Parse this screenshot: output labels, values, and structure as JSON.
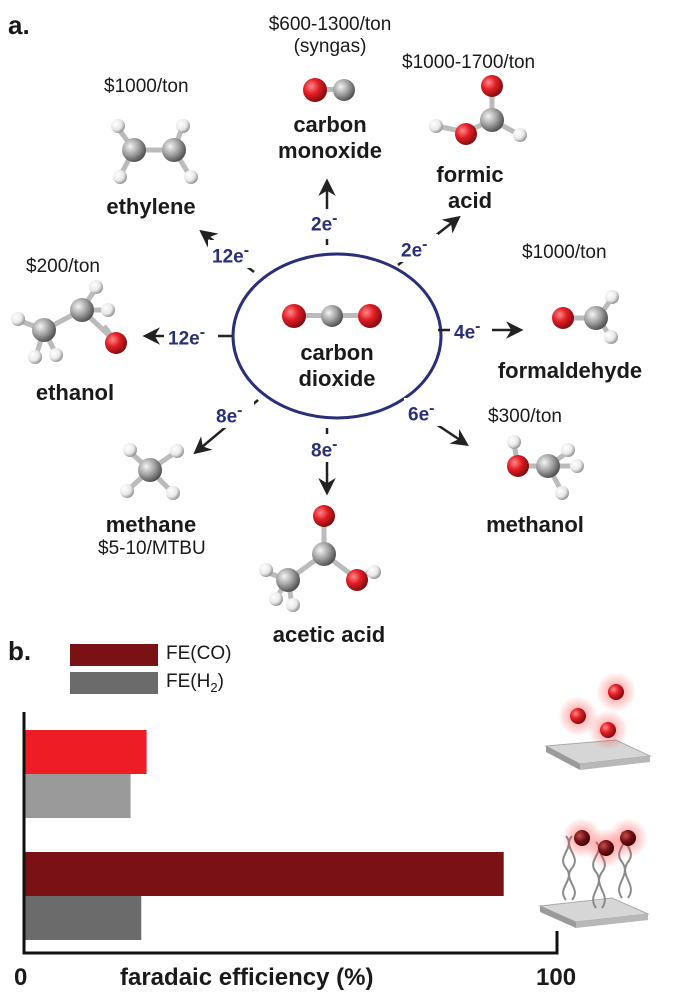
{
  "panel_a": {
    "label": "a.",
    "center": {
      "line1": "carbon",
      "line2": "dioxide"
    },
    "products": [
      {
        "key": "co",
        "name_line1": "carbon",
        "name_line2": "monoxide",
        "price_line1": "$600-1300/ton",
        "price_line2": "(syngas)",
        "electrons": "2e",
        "superscript": "-"
      },
      {
        "key": "formic",
        "name_line1": "formic",
        "name_line2": "acid",
        "price_line1": "$1000-1700/ton",
        "price_line2": "",
        "electrons": "2e",
        "superscript": "-"
      },
      {
        "key": "formaldehyde",
        "name_line1": "formaldehyde",
        "name_line2": "",
        "price_line1": "$1000/ton",
        "price_line2": "",
        "electrons": "4e",
        "superscript": "-"
      },
      {
        "key": "methanol",
        "name_line1": "methanol",
        "name_line2": "",
        "price_line1": "$300/ton",
        "price_line2": "",
        "electrons": "6e",
        "superscript": "-"
      },
      {
        "key": "acetic",
        "name_line1": "acetic acid",
        "name_line2": "",
        "price_line1": "",
        "price_line2": "",
        "electrons": "8e",
        "superscript": "-"
      },
      {
        "key": "methane",
        "name_line1": "methane",
        "name_line2": "",
        "price_line1": "$5-10/MTBU",
        "price_line2": "",
        "electrons": "8e",
        "superscript": "-"
      },
      {
        "key": "ethanol",
        "name_line1": "ethanol",
        "name_line2": "",
        "price_line1": "$200/ton",
        "price_line2": "",
        "electrons": "12e",
        "superscript": "-"
      },
      {
        "key": "ethylene",
        "name_line1": "ethylene",
        "name_line2": "",
        "price_line1": "$1000/ton",
        "price_line2": "",
        "electrons": "12e",
        "superscript": "-"
      }
    ]
  },
  "panel_b": {
    "label": "b.",
    "legend": [
      {
        "label": "FE(CO)",
        "color": "#7a1215"
      },
      {
        "label_main": "FE(H",
        "label_sub": "2",
        "label_end": ")",
        "color": "#6b6b6b"
      }
    ]
  },
  "chart_data": {
    "type": "bar",
    "orientation": "horizontal",
    "categories": [
      "bare surface",
      "DNA-modified surface"
    ],
    "series": [
      {
        "name": "FE(CO)",
        "values": [
          23,
          90
        ],
        "colors": [
          "#ee1c25",
          "#7a1215"
        ]
      },
      {
        "name": "FE(H2)",
        "values": [
          20,
          22
        ],
        "colors": [
          "#9a9a9a",
          "#6b6b6b"
        ]
      }
    ],
    "xlabel": "faradaic efficiency (%)",
    "x_ticks": [
      "0",
      "100"
    ],
    "xlim": [
      0,
      100
    ],
    "grid": false
  },
  "colors": {
    "oxygen": "#e41e26",
    "carbon": "#9c9c9c",
    "hydrogen": "#f2f2f2",
    "ring": "#2a2f7a",
    "arrow": "#222222"
  }
}
